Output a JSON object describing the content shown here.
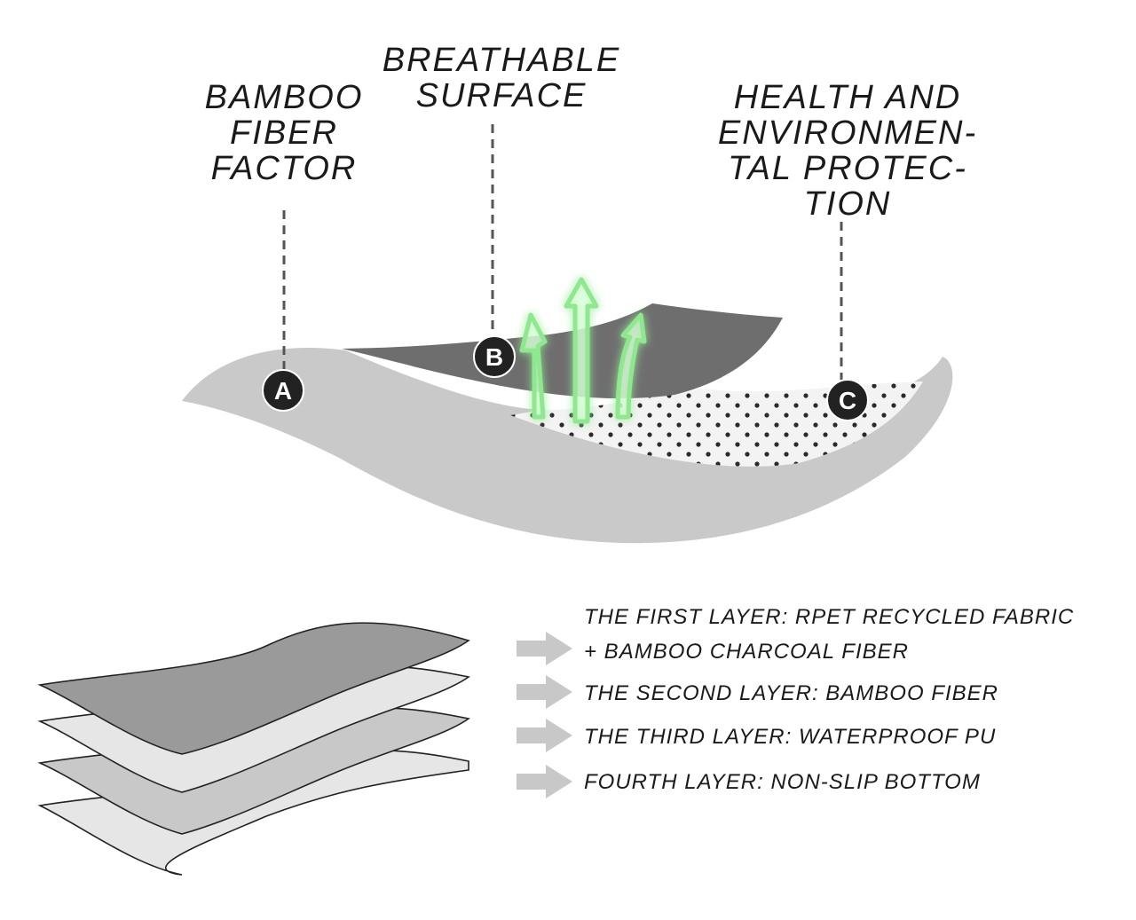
{
  "callouts": {
    "a_title": "BAMBOO\nFIBER\nFACTOR",
    "b_title": "BREATHABLE\nSURFACE",
    "c_title": "HEALTH AND\nENVIRONMEN-\nTAL PROTEC-\nTION"
  },
  "markers": {
    "a": "A",
    "b": "B",
    "c": "C"
  },
  "layers": [
    {
      "line1": "THE FIRST LAYER: RPET RECYCLED FABRIC",
      "line2": "+ BAMBOO CHARCOAL FIBER"
    },
    {
      "line1": "THE SECOND LAYER: BAMBOO FIBER"
    },
    {
      "line1": "THE THIRD LAYER: WATERPROOF PU"
    },
    {
      "line1": "FOURTH LAYER: NON-SLIP BOTTOM"
    }
  ],
  "colors": {
    "base_layer": "#c9c9c9",
    "top_layer": "#6e6e6e",
    "arrow_glow": "#8ee88e",
    "marker": "#222222",
    "legend_arrow": "#c8c8c8"
  }
}
